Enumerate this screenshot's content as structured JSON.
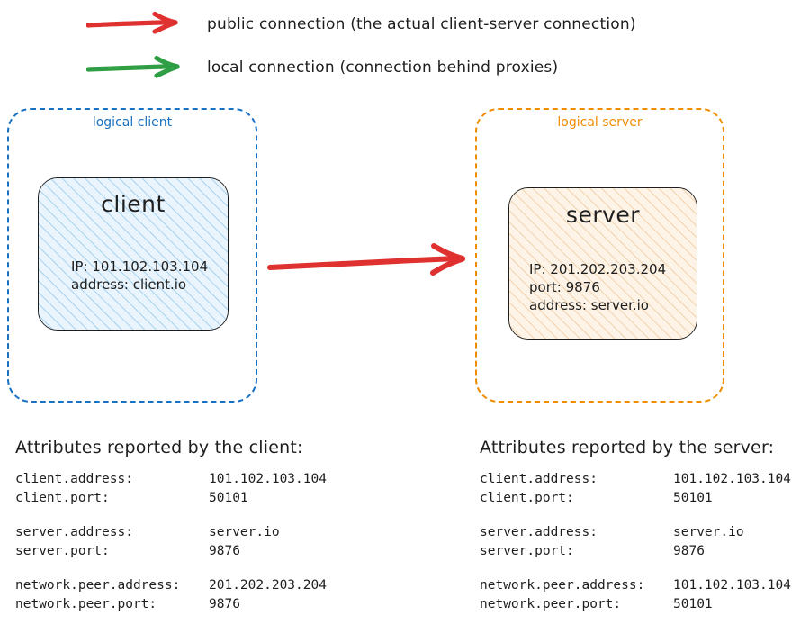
{
  "legend": {
    "items": [
      {
        "icon": "red-arrow-icon",
        "color": "#e03131",
        "label": "public connection (the actual client-server connection)"
      },
      {
        "icon": "green-arrow-icon",
        "color": "#2f9e44",
        "label": "local connection (connection behind proxies)"
      }
    ]
  },
  "client_group": {
    "title": "logical client",
    "color": "#1971c2",
    "node": {
      "title": "client",
      "fill": "#d0e6f7",
      "lines": [
        "IP: 101.102.103.104",
        "address: client.io"
      ]
    }
  },
  "server_group": {
    "title": "logical server",
    "color": "#f08c00",
    "node": {
      "title": "server",
      "fill": "#f6e4cf",
      "lines": [
        "IP: 201.202.203.204",
        "port: 9876",
        "address: server.io"
      ]
    }
  },
  "connection": {
    "type": "public",
    "color": "#e03131",
    "from": "client",
    "to": "server"
  },
  "client_attributes": {
    "heading": "Attributes reported by the client:",
    "groups": [
      [
        {
          "key": "client.address:",
          "value": "101.102.103.104"
        },
        {
          "key": "client.port:",
          "value": "50101"
        }
      ],
      [
        {
          "key": "server.address:",
          "value": "server.io"
        },
        {
          "key": "server.port:",
          "value": "9876"
        }
      ],
      [
        {
          "key": "network.peer.address:",
          "value": "201.202.203.204"
        },
        {
          "key": "network.peer.port:",
          "value": "9876"
        }
      ]
    ]
  },
  "server_attributes": {
    "heading": "Attributes reported by the server:",
    "groups": [
      [
        {
          "key": "client.address:",
          "value": "101.102.103.104"
        },
        {
          "key": "client.port:",
          "value": "50101"
        }
      ],
      [
        {
          "key": "server.address:",
          "value": "server.io"
        },
        {
          "key": "server.port:",
          "value": "9876"
        }
      ],
      [
        {
          "key": "network.peer.address:",
          "value": "101.102.103.104"
        },
        {
          "key": "network.peer.port:",
          "value": "50101"
        }
      ]
    ]
  }
}
